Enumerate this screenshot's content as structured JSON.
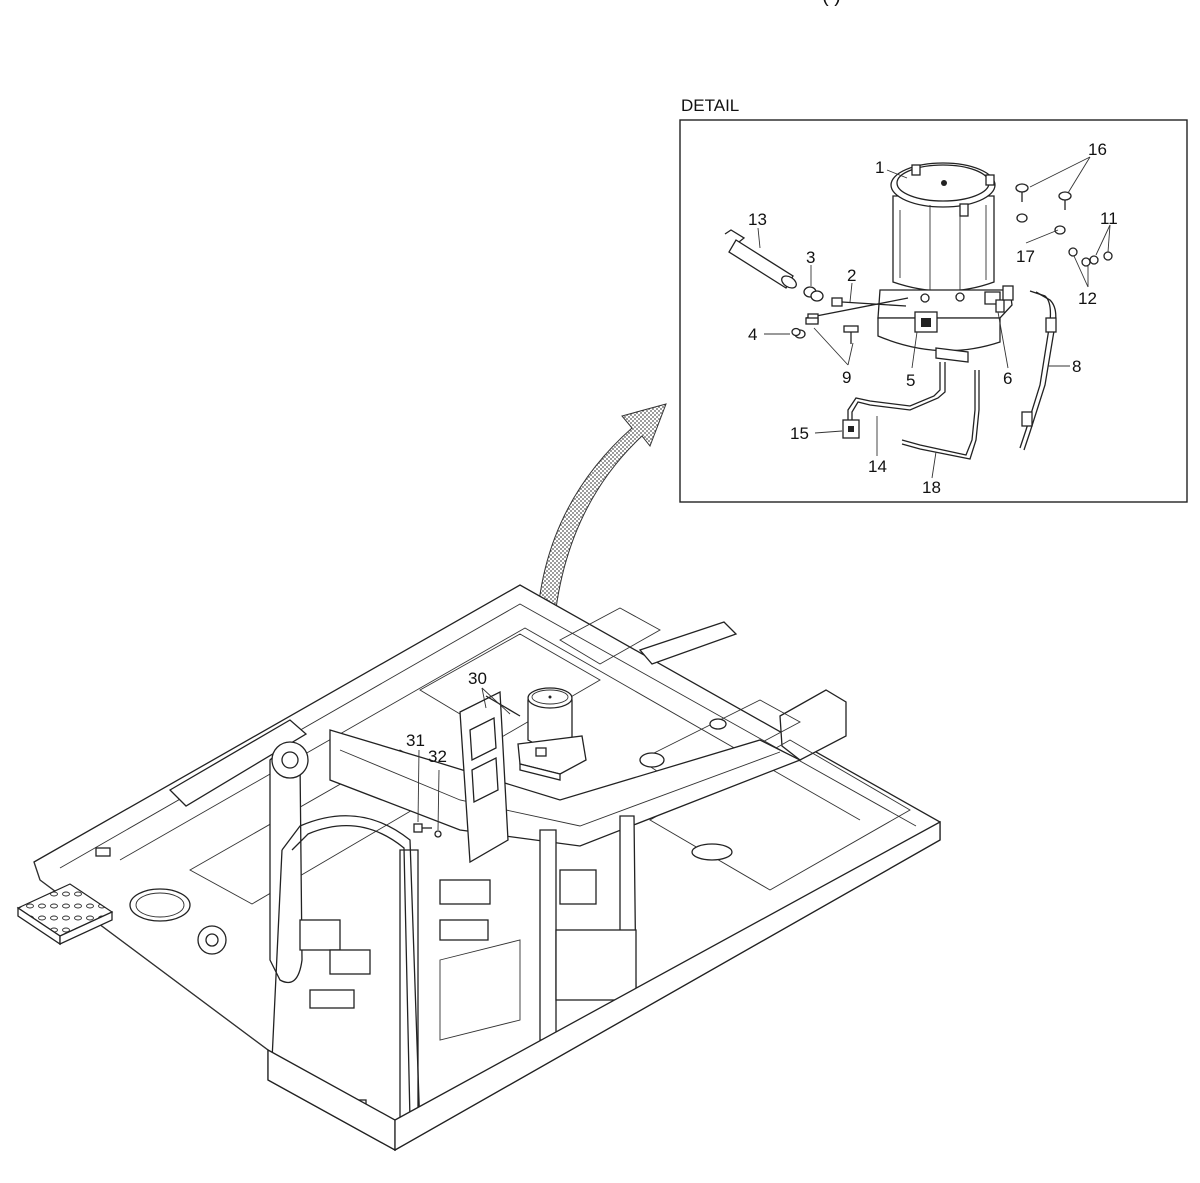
{
  "header_fragment": "(      )",
  "detail": {
    "title": "DETAIL"
  },
  "callouts": {
    "c1": "1",
    "c2": "2",
    "c3": "3",
    "c4": "4",
    "c5": "5",
    "c6": "6",
    "c8": "8",
    "c9": "9",
    "c11": "11",
    "c12": "12",
    "c13": "13",
    "c14": "14",
    "c15": "15",
    "c16": "16",
    "c17": "17",
    "c18": "18",
    "c30": "30",
    "c31": "31",
    "c32": "32"
  }
}
